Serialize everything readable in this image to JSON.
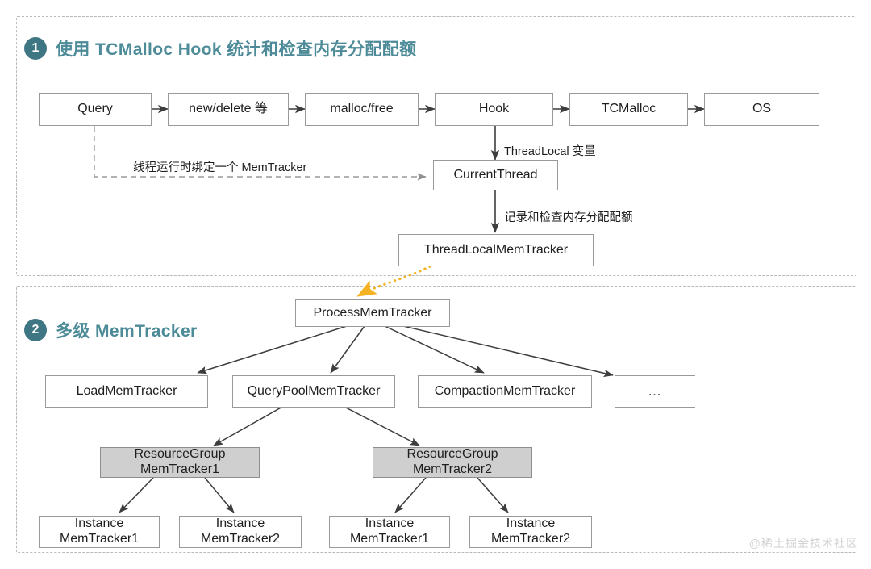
{
  "watermark": "@稀土掘金技术社区",
  "colors": {
    "badge": "#3f7683",
    "title": "#4d8b98",
    "panel_border": "#b9b9b9",
    "node_border": "#9a9a9a",
    "node_fill": "#ffffff",
    "node_fill_shaded": "#cfcfcf",
    "edge": "#3d3d3d",
    "edge_dashed": "#9a9a9a",
    "edge_highlight": "#f5b324",
    "watermark": "#d2d2d2"
  },
  "sections": [
    {
      "number": "1",
      "title": "使用 TCMalloc Hook 统计和检查内存分配配额",
      "nodes": [
        {
          "id": "query",
          "label": "Query"
        },
        {
          "id": "new-delete",
          "label": "new/delete 等"
        },
        {
          "id": "malloc-free",
          "label": "malloc/free"
        },
        {
          "id": "hook",
          "label": "Hook"
        },
        {
          "id": "tcmalloc",
          "label": "TCMalloc"
        },
        {
          "id": "os",
          "label": "OS"
        },
        {
          "id": "current-thread",
          "label": "CurrentThread"
        },
        {
          "id": "threadlocal-memtracker",
          "label": "ThreadLocalMemTracker"
        }
      ],
      "edge_labels": [
        {
          "id": "threadlocal-var",
          "text": "ThreadLocal 变量"
        },
        {
          "id": "bind-memtracker",
          "text": "线程运行时绑定一个 MemTracker"
        },
        {
          "id": "record-check-quota",
          "text": "记录和检查内存分配配额"
        }
      ]
    },
    {
      "number": "2",
      "title": "多级 MemTracker",
      "nodes": [
        {
          "id": "process-memtracker",
          "label": "ProcessMemTracker"
        },
        {
          "id": "load-memtracker",
          "label": "LoadMemTracker"
        },
        {
          "id": "querypool-memtracker",
          "label": "QueryPoolMemTracker"
        },
        {
          "id": "compaction-memtracker",
          "label": "CompactionMemTracker"
        },
        {
          "id": "more-memtracker",
          "label": "…"
        },
        {
          "id": "resourcegroup-memtracker-1",
          "label": "ResourceGroup\nMemTracker1"
        },
        {
          "id": "resourcegroup-memtracker-2",
          "label": "ResourceGroup\nMemTracker2"
        },
        {
          "id": "instance-memtracker-1a",
          "label": "Instance\nMemTracker1"
        },
        {
          "id": "instance-memtracker-2a",
          "label": "Instance\nMemTracker2"
        },
        {
          "id": "instance-memtracker-1b",
          "label": "Instance\nMemTracker1"
        },
        {
          "id": "instance-memtracker-2b",
          "label": "Instance\nMemTracker2"
        }
      ],
      "edge_labels": []
    }
  ],
  "flow": {
    "query": "Query",
    "new_delete": "new/delete 等",
    "malloc_free": "malloc/free",
    "hook": "Hook",
    "tcmalloc": "TCMalloc",
    "os": "OS",
    "current_thread": "CurrentThread",
    "threadlocal_memtracker": "ThreadLocalMemTracker",
    "label_threadlocal_var": "ThreadLocal 变量",
    "label_bind_memtracker": "线程运行时绑定一个 MemTracker",
    "label_record_check_quota": "记录和检查内存分配配额"
  },
  "tree": {
    "process": "ProcessMemTracker",
    "load": "LoadMemTracker",
    "querypool": "QueryPoolMemTracker",
    "compaction": "CompactionMemTracker",
    "more": "…",
    "rg1": "ResourceGroup\nMemTracker1",
    "rg2": "ResourceGroup\nMemTracker2",
    "inst1a": "Instance\nMemTracker1",
    "inst2a": "Instance\nMemTracker2",
    "inst1b": "Instance\nMemTracker1",
    "inst2b": "Instance\nMemTracker2"
  },
  "headings": {
    "one_number": "1",
    "one_title": "使用 TCMalloc Hook 统计和检查内存分配配额",
    "two_number": "2",
    "two_title": "多级 MemTracker"
  }
}
